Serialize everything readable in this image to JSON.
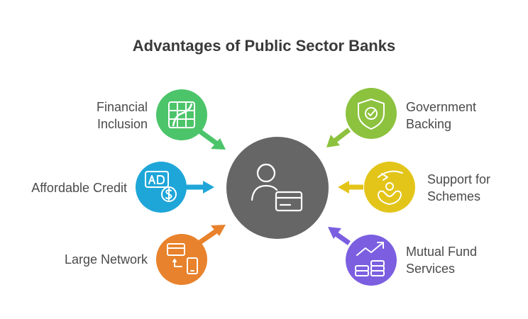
{
  "title": "Advantages of Public Sector Banks",
  "colors": {
    "center": "#666666",
    "green": "#4cc46a",
    "blue": "#1fa6d8",
    "orange": "#e8822c",
    "lime": "#8cc23e",
    "yellow": "#e3c51a",
    "purple": "#7b5fe0"
  },
  "center": {
    "icon": "banker-with-card-icon"
  },
  "items": [
    {
      "id": "financial-inclusion",
      "lines": [
        "Financial",
        "Inclusion"
      ],
      "icon": "map-grid-icon",
      "color": "green"
    },
    {
      "id": "affordable-credit",
      "lines": [
        "Affordable Credit"
      ],
      "icon": "ad-dollar-icon",
      "color": "blue"
    },
    {
      "id": "large-network",
      "lines": [
        "Large Network"
      ],
      "icon": "card-phone-transfer-icon",
      "color": "orange"
    },
    {
      "id": "government-backing",
      "lines": [
        "Government",
        "Backing"
      ],
      "icon": "shield-check-icon",
      "color": "lime"
    },
    {
      "id": "support-for-schemes",
      "lines": [
        "Support for",
        "Schemes"
      ],
      "icon": "helping-hand-icon",
      "color": "yellow"
    },
    {
      "id": "mutual-fund-services",
      "lines": [
        "Mutual Fund",
        "Services"
      ],
      "icon": "growth-coins-icon",
      "color": "purple"
    }
  ]
}
